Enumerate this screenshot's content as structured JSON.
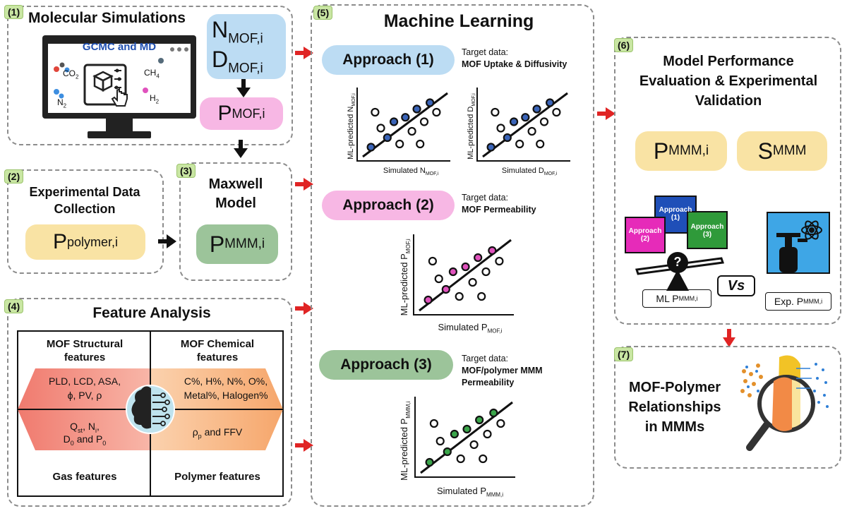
{
  "p1": {
    "badge": "(1)",
    "title": "Molecular Simulations",
    "screen_title": "GCMC and MD",
    "gases": [
      "CO",
      "CH",
      "N",
      "H"
    ],
    "gas_subs": [
      "2",
      "4",
      "2",
      "2"
    ],
    "n_mof": "N",
    "n_mof_sub": "MOF,i",
    "d_mof": "D",
    "d_mof_sub": "MOF,i",
    "p_mof": "P",
    "p_mof_sub": "MOF,i"
  },
  "p2": {
    "badge": "(2)",
    "title_line1": "Experimental Data",
    "title_line2": "Collection",
    "p_poly": "P",
    "p_poly_sub": "polymer,i"
  },
  "p3": {
    "badge": "(3)",
    "title_line1": "Maxwell",
    "title_line2": "Model",
    "p_mmm": "P",
    "p_mmm_sub": "MMM,i"
  },
  "p4": {
    "badge": "(4)",
    "title": "Feature Analysis",
    "q1_head_line1": "MOF Structural",
    "q1_head_line2": "features",
    "q1_line1": "PLD, LCD, ASA,",
    "q1_line2": "ϕ, PV, ρ",
    "q2_head_line1": "MOF Chemical",
    "q2_head_line2": "features",
    "q2_line1": "C%, H%, N%, O%,",
    "q2_line2": "Metal%, Halogen%",
    "q3_line1a": "Q",
    "q3_line1a_sub": "st",
    "q3_line1b": ", N",
    "q3_line1b_sub": "i",
    "q3_line1c": ",",
    "q3_line2a": "D",
    "q3_line2a_sub": "0",
    "q3_line2b": " and P",
    "q3_line2b_sub": "0",
    "q4_line_a": "ρ",
    "q4_line_a_sub": "p",
    "q4_line_b": " and FFV",
    "q3_foot": "Gas features",
    "q4_foot": "Polymer features"
  },
  "p5": {
    "badge": "(5)",
    "title": "Machine Learning",
    "approach1": "Approach (1)",
    "approach2": "Approach (2)",
    "approach3": "Approach (3)",
    "t1_label": "Target data:",
    "t1_value": "MOF Uptake & Diffusivity",
    "t2_label": "Target data:",
    "t2_value": "MOF Permeability",
    "t3_label": "Target data:",
    "t3_value_line1": "MOF/polymer MMM",
    "t3_value_line2": "Permeability",
    "plot1_y": "ML-predicted N",
    "plot1_y_sub": "MOF,i",
    "plot1_x": "Simulated N",
    "plot1_x_sub": "MOF,i",
    "plot2_y": "ML-predicted D",
    "plot2_y_sub": "MOF,i",
    "plot2_x": "Simulated D",
    "plot2_x_sub": "MOF,i",
    "plot3_y": "ML-predicted P",
    "plot3_y_sub": "MOF,i",
    "plot3_x": "Simulated P",
    "plot3_x_sub": "MOF,i",
    "plot4_y": "ML-predicted P",
    "plot4_y_sub": "MMM,i",
    "plot4_x": "Simulated P",
    "plot4_x_sub": "MMM,i"
  },
  "p6": {
    "badge": "(6)",
    "title_line1": "Model Performance",
    "title_line2": "Evaluation & Experimental",
    "title_line3": "Validation",
    "p_mmm": "P",
    "p_mmm_sub": "MMM,i",
    "s_mmm": "S",
    "s_mmm_sub": "MMM",
    "cube_a1": "Approach",
    "cube_a1_num": "(1)",
    "cube_a2": "Approach",
    "cube_a2_num": "(2)",
    "cube_a3": "Approach",
    "cube_a3_num": "(3)",
    "question": "?",
    "vs": "Vs",
    "ml_label": "ML P",
    "ml_label_sub": "MMM,i",
    "exp_label": "Exp. P",
    "exp_label_sub": "MMM,i"
  },
  "p7": {
    "badge": "(7)",
    "title_line1": "MOF-Polymer",
    "title_line2": "Relationships",
    "title_line3": "in MMMs"
  },
  "colors": {
    "blue_pill": "#bcdcf3",
    "pink_pill": "#f7b7e4",
    "yellow_pill": "#f9e3a4",
    "green_pill": "#9cc49a",
    "badge": "#c9e6a3",
    "red_arrow": "#e02424",
    "point_blue": "#3a64b8",
    "point_pink": "#e052bd",
    "point_green": "#3aa54a"
  }
}
